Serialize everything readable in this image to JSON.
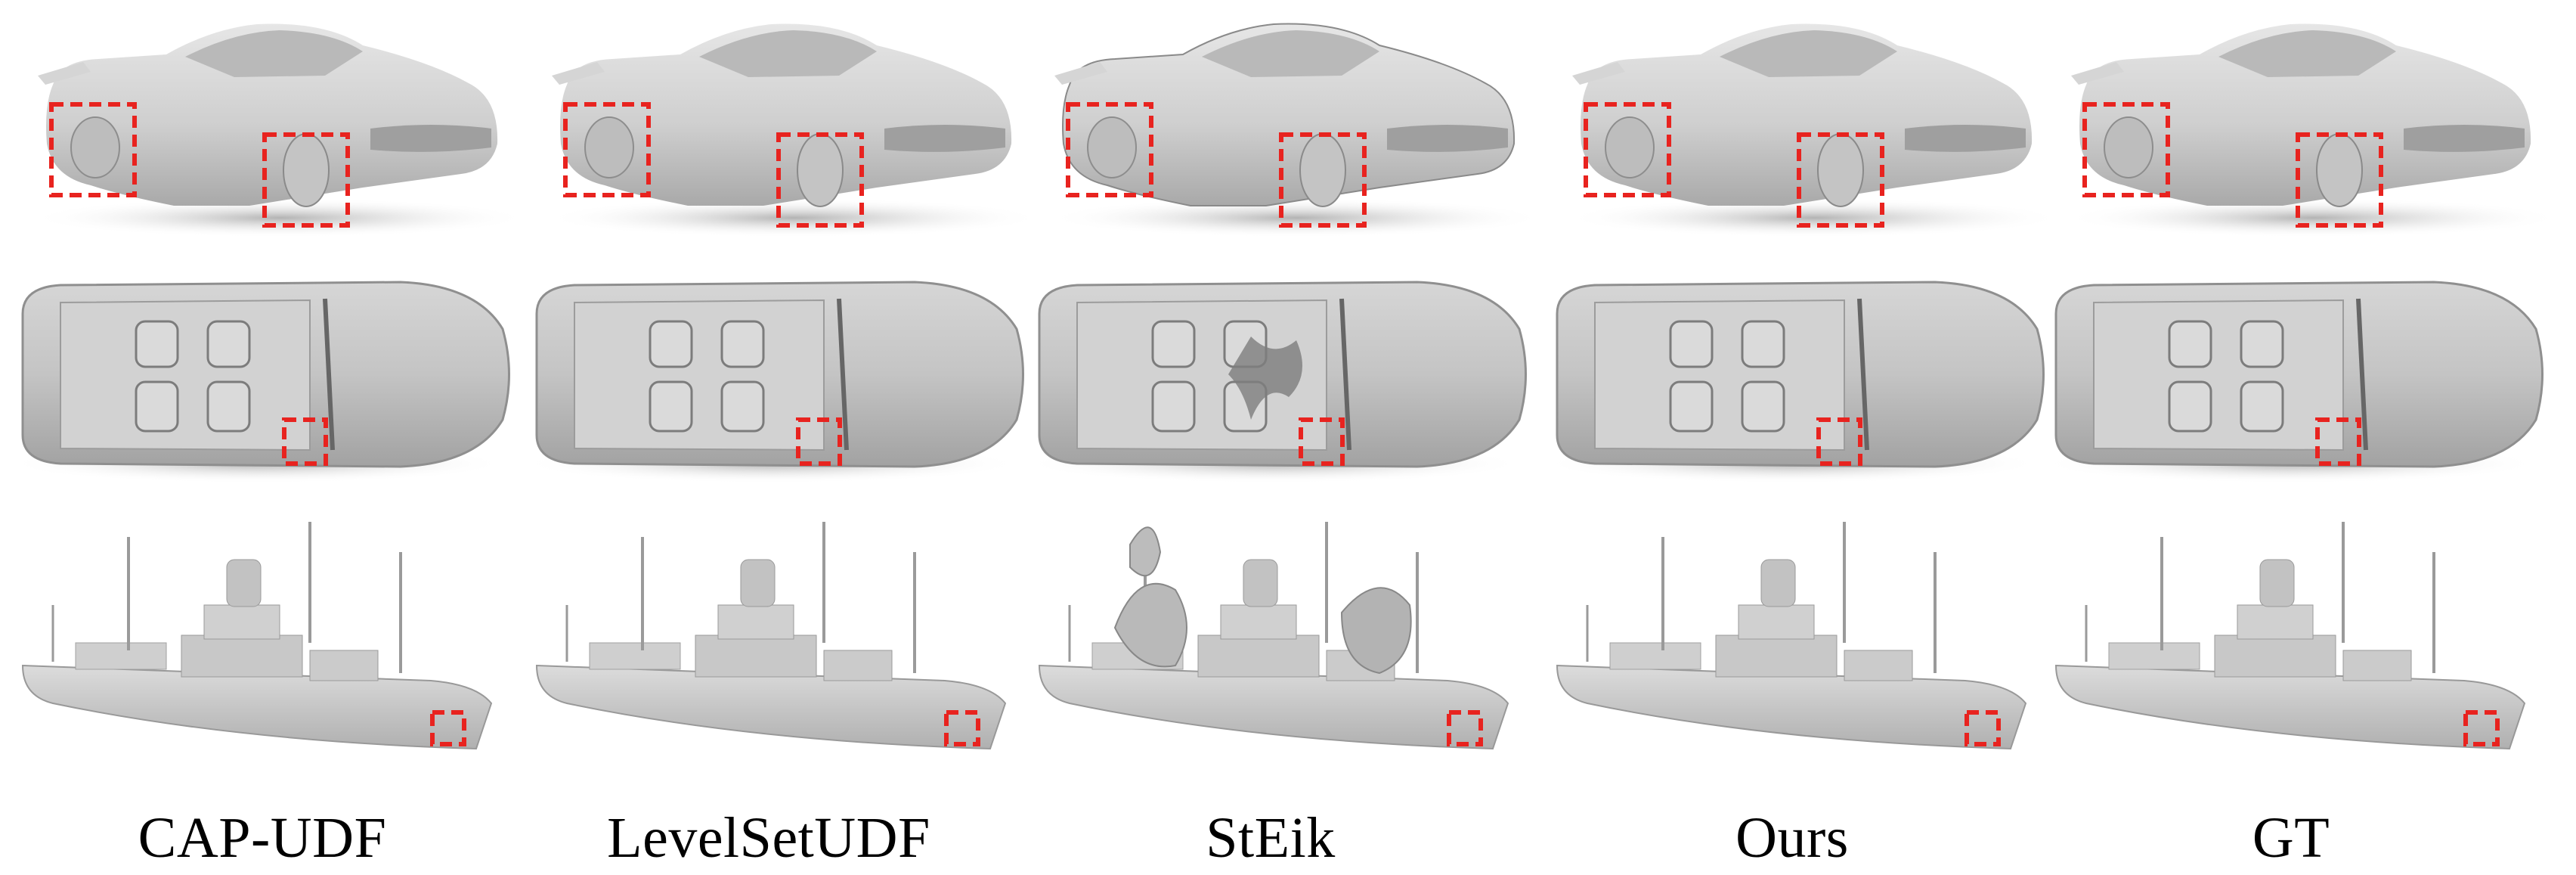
{
  "figure": {
    "columns": [
      {
        "key": "cap_udf",
        "label": "CAP-UDF"
      },
      {
        "key": "levelsetudf",
        "label": "LevelSetUDF"
      },
      {
        "key": "steik",
        "label": "StEik"
      },
      {
        "key": "ours",
        "label": "Ours"
      },
      {
        "key": "gt",
        "label": "GT"
      }
    ],
    "rows": [
      "car-side-view",
      "car-top-view",
      "ship-view"
    ],
    "highlight_color": "#e8231f",
    "mesh_color": "#c9c9c9"
  }
}
